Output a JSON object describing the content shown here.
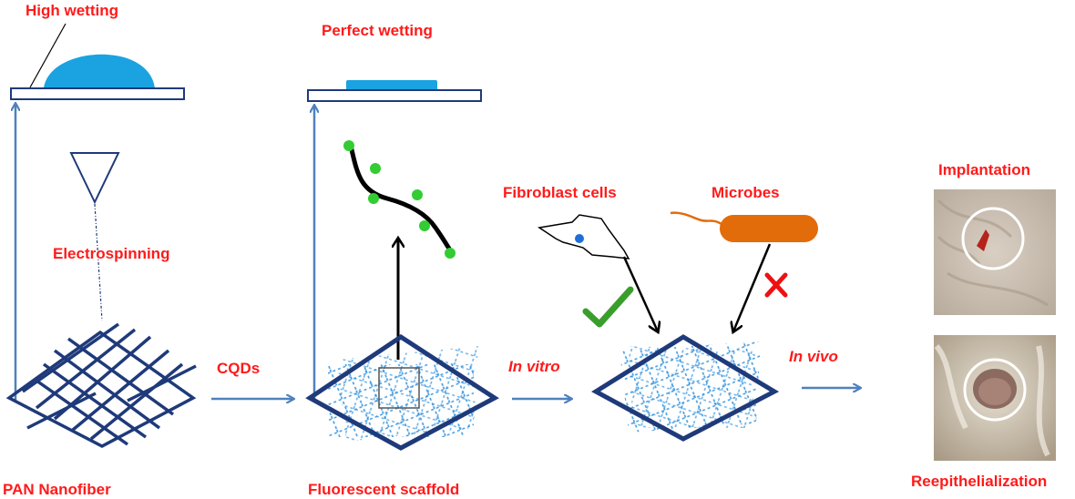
{
  "labels": {
    "high_wetting": "High wetting",
    "perfect_wetting": "Perfect wetting",
    "electrospinning": "Electrospinning",
    "cqds": "CQDs",
    "pan_nanofiber": "PAN Nanofiber",
    "fluorescent_scaffold": "Fluorescent scaffold",
    "fibroblast_cells": "Fibroblast cells",
    "microbes": "Microbes",
    "in_vitro": "In vitro",
    "in_vivo": "In vivo",
    "implantation": "Implantation",
    "reepithelialization": "Reepithelialization"
  },
  "colors": {
    "label_red": "#ff1a1a",
    "arrow_blue": "#4f81bd",
    "mesh_navy": "#1f3a7a",
    "droplet_blue": "#1aa3e0",
    "dot_blue": "#2e8fdc",
    "cqd_green": "#33cc33",
    "check_green": "#3a9e2c",
    "cross_red": "#ee1111",
    "microbe_orange": "#e36c0a"
  }
}
